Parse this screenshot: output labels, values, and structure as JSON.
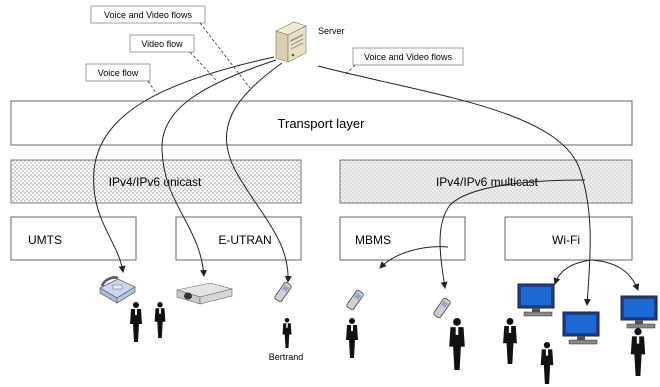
{
  "server": {
    "label": "Server"
  },
  "callouts": {
    "voice_video_left": "Voice and Video flows",
    "video": "Video flow",
    "voice": "Voice flow",
    "voice_video_right": "Voice and Video flows"
  },
  "transport_layer": {
    "label": "Transport layer"
  },
  "ip_layers": {
    "unicast": "IPv4/IPv6 unicast",
    "multicast": "IPv4/IPv6 multicast"
  },
  "access_networks": [
    "UMTS",
    "E-UTRAN",
    "MBMS",
    "Wi-Fi"
  ],
  "users": {
    "named_user": "Bertrand"
  },
  "icons": [
    "server-icon",
    "phone-icon",
    "projector-icon",
    "mobile-phone-icon",
    "monitor-icon",
    "person-icon"
  ]
}
